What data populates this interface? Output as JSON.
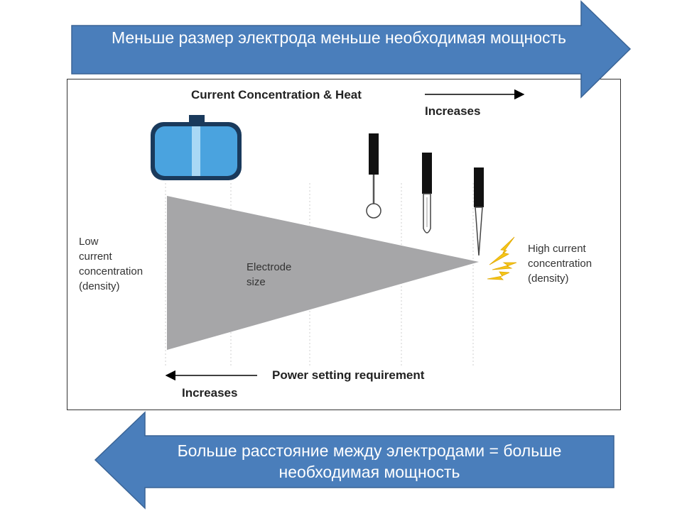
{
  "banners": {
    "top": {
      "text": "Меньше размер электрода меньше необходимая мощность",
      "color": "#4A7EBB",
      "direction": "right"
    },
    "bottom": {
      "text": "Больше расстояние между электродами = больше необходимая мощность",
      "color": "#4A7EBB",
      "direction": "left"
    }
  },
  "diagram": {
    "top_title": "Current Concentration & Heat",
    "top_increases": "Increases",
    "bottom_title": "Power setting requirement",
    "bottom_increases": "Increases",
    "left_label": [
      "Low",
      "current",
      "concentration",
      "(density)"
    ],
    "right_label": [
      "High current",
      "concentration",
      "(density)"
    ],
    "center_label": [
      "Electrode",
      "size"
    ],
    "icons": [
      "plate-electrode-icon",
      "ball-electrode-icon",
      "blade-electrode-icon",
      "needle-electrode-icon",
      "spark-icon"
    ],
    "colors": {
      "wedge": "#A6A6A8",
      "plate": "#4AA3DF",
      "plate_dark": "#1A3A5C",
      "spark": "#F5C518",
      "banner": "#4A7EBB"
    }
  }
}
